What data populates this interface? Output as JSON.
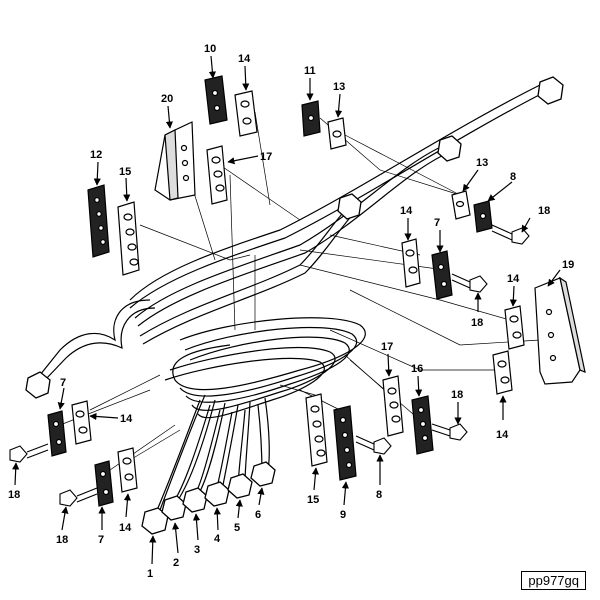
{
  "figure": {
    "reference_code": "pp977gq",
    "callouts": [
      {
        "id": "c1",
        "label": "1"
      },
      {
        "id": "c2",
        "label": "2"
      },
      {
        "id": "c3",
        "label": "3"
      },
      {
        "id": "c4",
        "label": "4"
      },
      {
        "id": "c5",
        "label": "5"
      },
      {
        "id": "c6",
        "label": "6"
      },
      {
        "id": "c7a",
        "label": "7"
      },
      {
        "id": "c7b",
        "label": "7"
      },
      {
        "id": "c7c",
        "label": "7"
      },
      {
        "id": "c8a",
        "label": "8"
      },
      {
        "id": "c8b",
        "label": "8"
      },
      {
        "id": "c9",
        "label": "9"
      },
      {
        "id": "c10",
        "label": "10"
      },
      {
        "id": "c11",
        "label": "11"
      },
      {
        "id": "c12",
        "label": "12"
      },
      {
        "id": "c13a",
        "label": "13"
      },
      {
        "id": "c13b",
        "label": "13"
      },
      {
        "id": "c14a",
        "label": "14"
      },
      {
        "id": "c14b",
        "label": "14"
      },
      {
        "id": "c14c",
        "label": "14"
      },
      {
        "id": "c14d",
        "label": "14"
      },
      {
        "id": "c14e",
        "label": "14"
      },
      {
        "id": "c14f",
        "label": "14"
      },
      {
        "id": "c14g",
        "label": "14"
      },
      {
        "id": "c15a",
        "label": "15"
      },
      {
        "id": "c15b",
        "label": "15"
      },
      {
        "id": "c16",
        "label": "16"
      },
      {
        "id": "c17a",
        "label": "17"
      },
      {
        "id": "c17b",
        "label": "17"
      },
      {
        "id": "c18a",
        "label": "18"
      },
      {
        "id": "c18b",
        "label": "18"
      },
      {
        "id": "c18c",
        "label": "18"
      },
      {
        "id": "c18d",
        "label": "18"
      },
      {
        "id": "c18e",
        "label": "18"
      },
      {
        "id": "c19",
        "label": "19"
      },
      {
        "id": "c20",
        "label": "20"
      }
    ]
  }
}
